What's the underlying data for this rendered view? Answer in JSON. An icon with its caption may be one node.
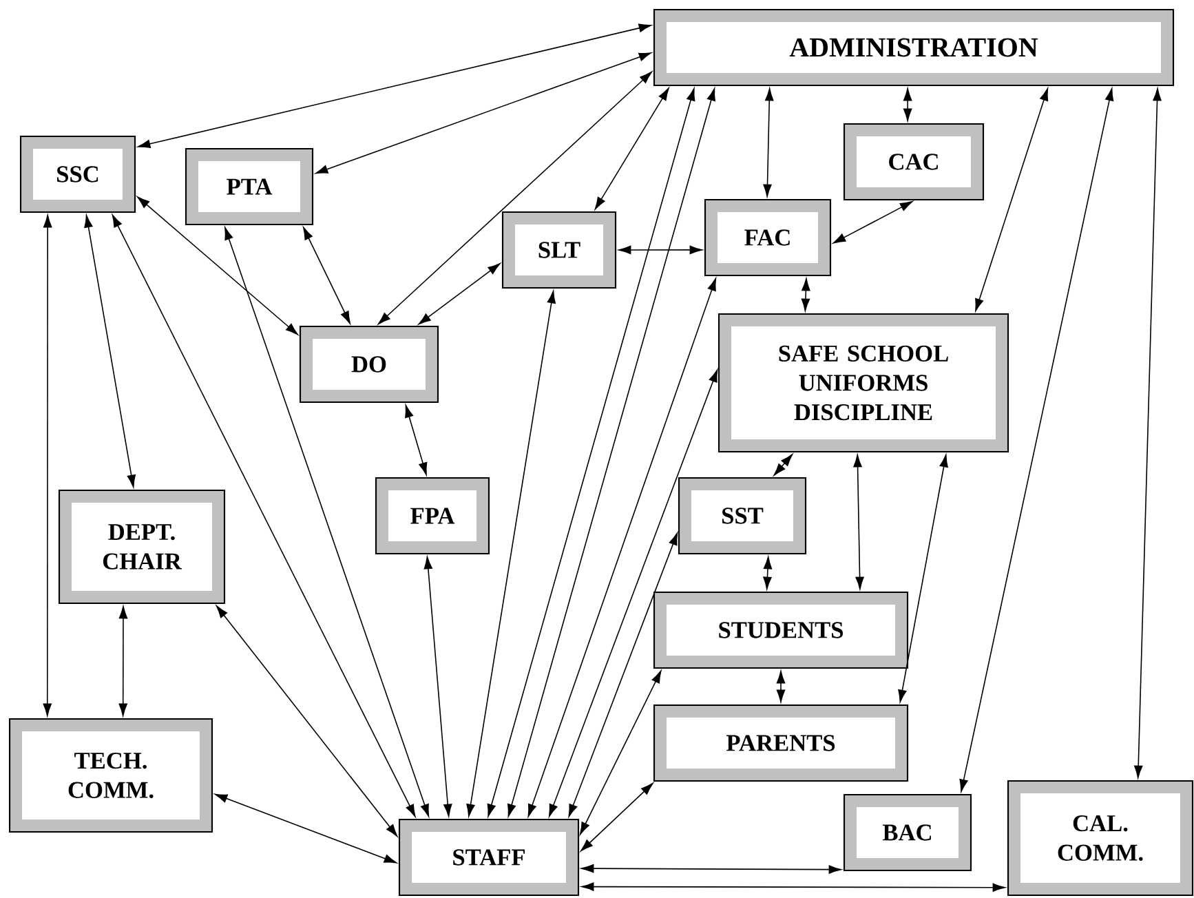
{
  "diagram": {
    "nodes": [
      {
        "text": [
          "ADMINISTRATION"
        ]
      },
      {
        "text": [
          "SSC"
        ]
      },
      {
        "text": [
          "PTA"
        ]
      },
      {
        "text": [
          "CAC"
        ]
      },
      {
        "text": [
          "SLT"
        ]
      },
      {
        "text": [
          "FAC"
        ]
      },
      {
        "text": [
          "DO"
        ]
      },
      {
        "text": [
          "SAFE SCHOOL UNIFORMS DISCIPLINE"
        ]
      },
      {
        "text": [
          "DEPT. CHAIR"
        ]
      },
      {
        "text": [
          "FPA"
        ]
      },
      {
        "text": [
          "SST"
        ]
      },
      {
        "text": [
          "STUDENTS"
        ]
      },
      {
        "text": [
          "TECH. COMM."
        ]
      },
      {
        "text": [
          "PARENTS"
        ]
      },
      {
        "text": [
          "BAC"
        ]
      },
      {
        "text": [
          "STAFF"
        ]
      },
      {
        "text": [
          "CAL. COMM."
        ]
      }
    ],
    "edges": [
      {
        "from": 0,
        "to": 1,
        "arrow": "both"
      },
      {
        "from": 0,
        "to": 2,
        "arrow": "both"
      },
      {
        "from": 0,
        "to": 6,
        "arrow": "both"
      },
      {
        "from": 0,
        "to": 4,
        "arrow": "both"
      },
      {
        "from": 0,
        "to": 5,
        "arrow": "both"
      },
      {
        "from": 0,
        "to": 3,
        "arrow": "both"
      },
      {
        "from": 0,
        "to": 7,
        "arrow": "both"
      },
      {
        "from": 0,
        "to": 14,
        "arrow": "both"
      },
      {
        "from": 0,
        "to": 16,
        "arrow": "both"
      },
      {
        "from": 0,
        "to": 15,
        "arrow": "both"
      },
      {
        "from": 0,
        "to": 15,
        "arrow": "both"
      },
      {
        "from": 1,
        "to": 6,
        "arrow": "both"
      },
      {
        "from": 1,
        "to": 8,
        "arrow": "both"
      },
      {
        "from": 1,
        "to": 12,
        "arrow": "both"
      },
      {
        "from": 1,
        "to": 15,
        "arrow": "both"
      },
      {
        "from": 2,
        "to": 6,
        "arrow": "both"
      },
      {
        "from": 2,
        "to": 15,
        "arrow": "both"
      },
      {
        "from": 4,
        "to": 6,
        "arrow": "both"
      },
      {
        "from": 4,
        "to": 5,
        "arrow": "both"
      },
      {
        "from": 4,
        "to": 15,
        "arrow": "both"
      },
      {
        "from": 6,
        "to": 9,
        "arrow": "both"
      },
      {
        "from": 9,
        "to": 15,
        "arrow": "both"
      },
      {
        "from": 5,
        "to": 3,
        "arrow": "both"
      },
      {
        "from": 5,
        "to": 7,
        "arrow": "both"
      },
      {
        "from": 5,
        "to": 15,
        "arrow": "both"
      },
      {
        "from": 7,
        "to": 15,
        "arrow": "both"
      },
      {
        "from": 7,
        "to": 10,
        "arrow": "both"
      },
      {
        "from": 7,
        "to": 11,
        "arrow": "both"
      },
      {
        "from": 7,
        "to": 13,
        "arrow": "both"
      },
      {
        "from": 10,
        "to": 11,
        "arrow": "both"
      },
      {
        "from": 10,
        "to": 15,
        "arrow": "both"
      },
      {
        "from": 11,
        "to": 13,
        "arrow": "both"
      },
      {
        "from": 11,
        "to": 15,
        "arrow": "both"
      },
      {
        "from": 13,
        "to": 15,
        "arrow": "both"
      },
      {
        "from": 8,
        "to": 12,
        "arrow": "both"
      },
      {
        "from": 8,
        "to": 15,
        "arrow": "both"
      },
      {
        "from": 12,
        "to": 15,
        "arrow": "both"
      },
      {
        "from": 15,
        "to": 14,
        "arrow": "both"
      },
      {
        "from": 15,
        "to": 16,
        "arrow": "both"
      }
    ]
  }
}
